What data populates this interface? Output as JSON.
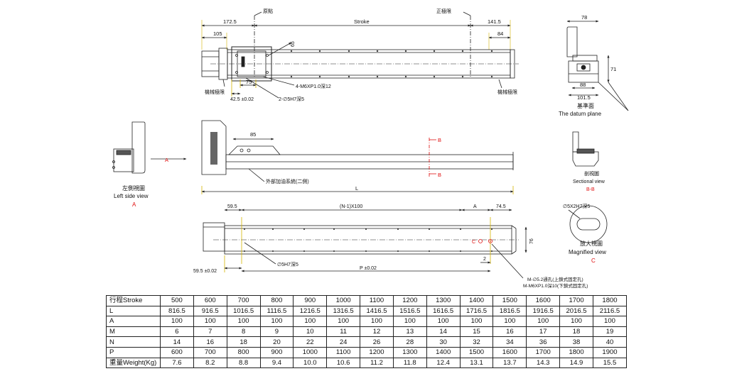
{
  "labels": {
    "origin": "原點",
    "forward_limit": "正極限",
    "mech_limit_left": "機械極限",
    "mech_limit_right": "機械極限",
    "stroke": "Stroke",
    "threaded_holes": "4-M6XP1.0深12",
    "dowel_holes": "2-∅5H7深5",
    "external_lube": "外部加油系統(二側)",
    "left_view_cn": "左側視圖",
    "left_view_en": "Left side view",
    "left_view_ref": "A",
    "arrow_a": "A",
    "section_b_top": "B",
    "section_b_bottom": "B",
    "datum_cn": "基準面",
    "datum_en": "The datum plane",
    "sectional_cn": "剖視圖",
    "sectional_en": "Sectional view",
    "sectional_ref": "B-B",
    "slot_callout": "∅5X2H7深5",
    "magnified_cn": "放大視圖",
    "magnified_en": "Magnified view",
    "magnified_ref": "C",
    "bottom_dowel": "∅5H7深5",
    "mount_hole_1": "M-∅5.2通孔(上鎖式固定孔)",
    "mount_hole_2": "M-M6XP1.0深10(下鎖式固定孔)",
    "mark_c": "C"
  },
  "dims": {
    "d172_5": "172.5",
    "d141_5": "141.5",
    "d105": "105",
    "d84": "84",
    "d65": "65",
    "d75": "75",
    "d42_5": "42.5 ±0.02",
    "d85": "85",
    "L": "L",
    "d59_5_top": "59.5",
    "pitch": "(N-1)X100",
    "A_dim": "A",
    "d74_5": "74.5",
    "d76": "76",
    "d59_5_tol": "59.5 ±0.02",
    "P_dim": "P ±0.02",
    "d2": "2",
    "d78": "78",
    "d71": "71",
    "d88": "88",
    "d101_5": "101.5"
  },
  "table": {
    "rows": [
      {
        "label": "行程Stroke",
        "values": [
          "500",
          "600",
          "700",
          "800",
          "900",
          "1000",
          "1100",
          "1200",
          "1300",
          "1400",
          "1500",
          "1600",
          "1700",
          "1800"
        ]
      },
      {
        "label": "L",
        "values": [
          "816.5",
          "916.5",
          "1016.5",
          "1116.5",
          "1216.5",
          "1316.5",
          "1416.5",
          "1516.5",
          "1616.5",
          "1716.5",
          "1816.5",
          "1916.5",
          "2016.5",
          "2116.5"
        ]
      },
      {
        "label": "A",
        "values": [
          "100",
          "100",
          "100",
          "100",
          "100",
          "100",
          "100",
          "100",
          "100",
          "100",
          "100",
          "100",
          "100",
          "100"
        ]
      },
      {
        "label": "M",
        "values": [
          "6",
          "7",
          "8",
          "9",
          "10",
          "11",
          "12",
          "13",
          "14",
          "15",
          "16",
          "17",
          "18",
          "19"
        ]
      },
      {
        "label": "N",
        "values": [
          "14",
          "16",
          "18",
          "20",
          "22",
          "24",
          "26",
          "28",
          "30",
          "32",
          "34",
          "36",
          "38",
          "40"
        ]
      },
      {
        "label": "P",
        "values": [
          "600",
          "700",
          "800",
          "900",
          "1000",
          "1100",
          "1200",
          "1300",
          "1400",
          "1500",
          "1600",
          "1700",
          "1800",
          "1900"
        ]
      },
      {
        "label": "重量Weight(Kg)",
        "values": [
          "7.6",
          "8.2",
          "8.8",
          "9.4",
          "10.0",
          "10.6",
          "11.2",
          "11.8",
          "12.4",
          "13.1",
          "13.7",
          "14.3",
          "14.9",
          "15.5"
        ]
      }
    ]
  },
  "colors": {
    "line": "#222222",
    "accent": "#e01010",
    "dim_line": "#d4b400"
  }
}
